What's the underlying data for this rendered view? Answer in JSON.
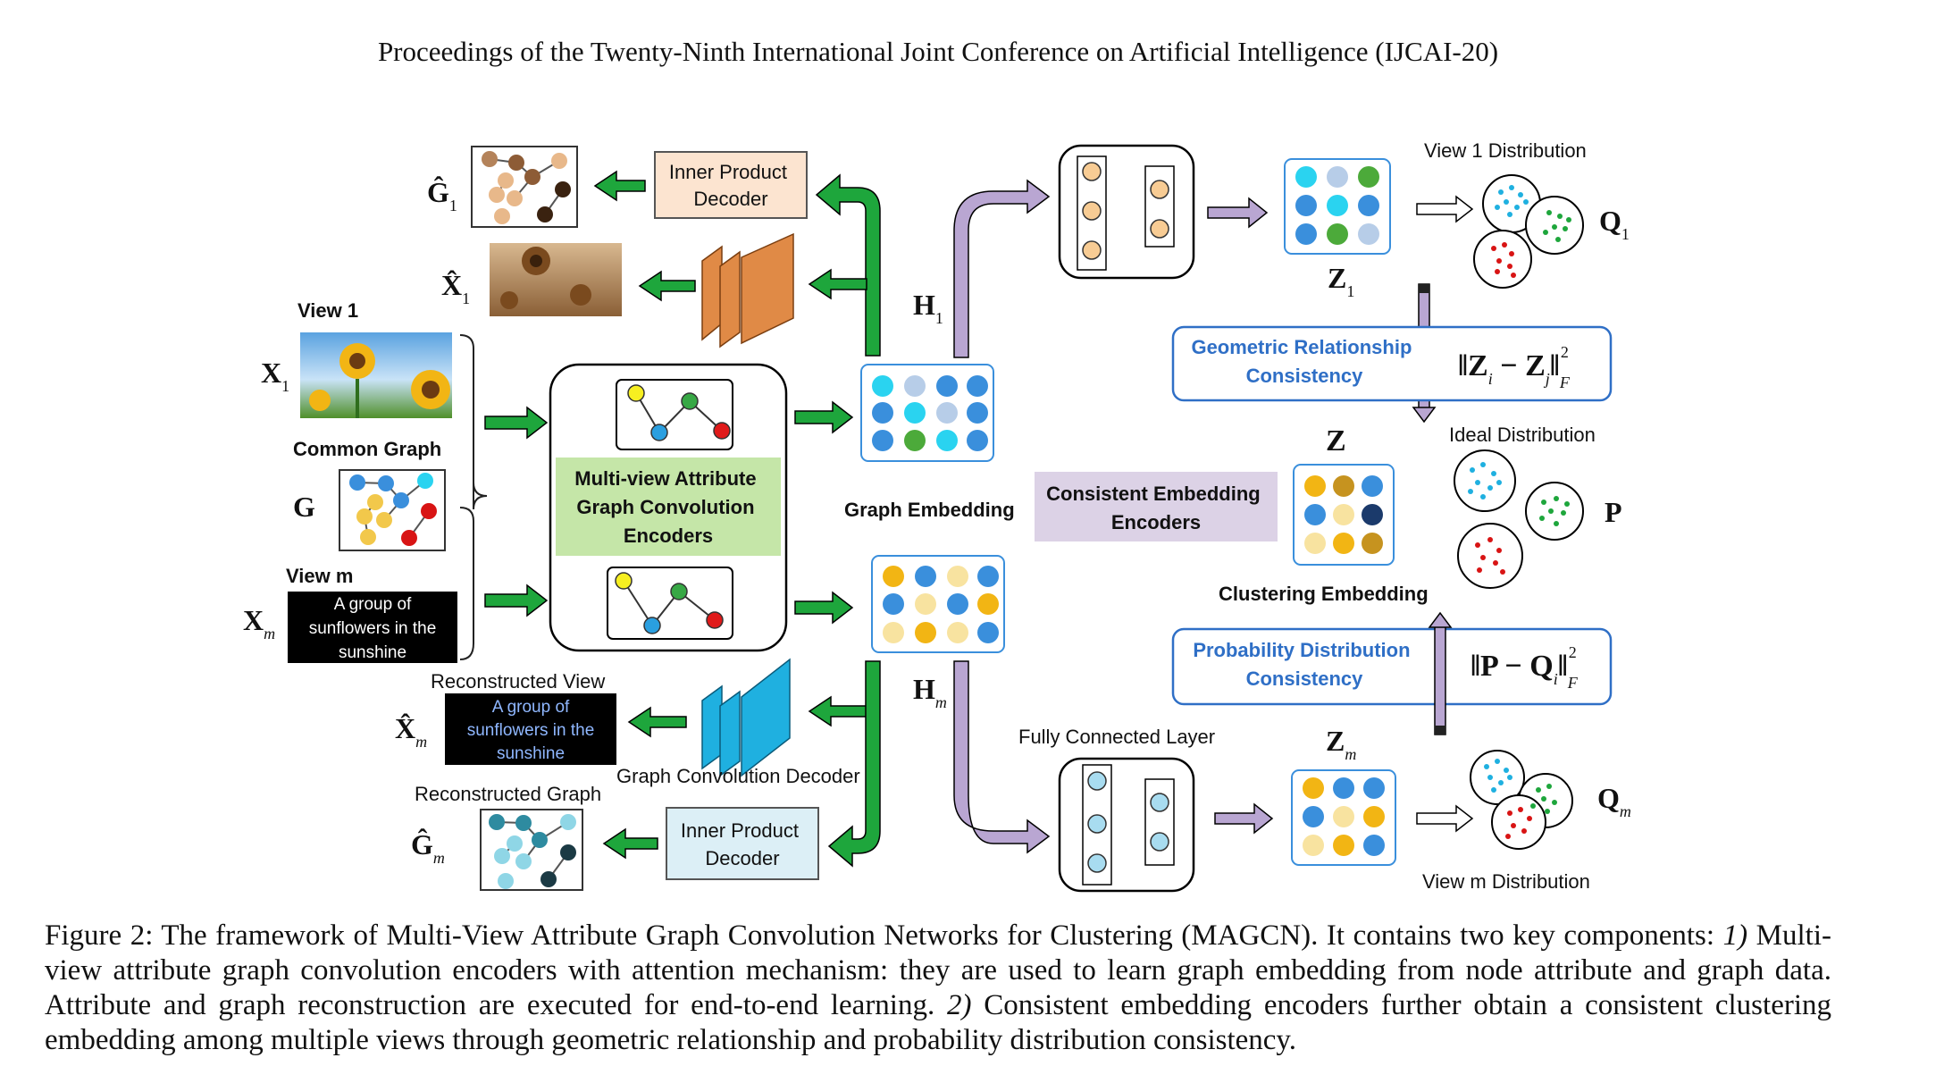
{
  "header": "Proceedings of the Twenty-Ninth International Joint Conference on Artificial Intelligence (IJCAI-20)",
  "figure": {
    "inputs": {
      "view1_label": "View 1",
      "common_graph_label": "Common Graph",
      "viewm_label": "View m",
      "viewm_text": [
        "A group of",
        "sunflowers in the",
        "sunshine"
      ],
      "x1_symbol": "X",
      "x1_sub": "1",
      "g_symbol": "G",
      "xm_symbol": "X",
      "xm_sub": "m"
    },
    "encoder": {
      "label": [
        "Multi-view Attribute",
        "Graph Convolution",
        "Encoders"
      ]
    },
    "graph_embedding_label": "Graph Embedding",
    "h1_symbol": "H",
    "h1_sub": "1",
    "hm_symbol": "H",
    "hm_sub": "m",
    "top_decoders": {
      "inner_product_label": [
        "Inner Product",
        "Decoder"
      ],
      "g1hat_symbol": "Ĝ",
      "g1hat_sub": "1",
      "x1hat_symbol": "X̂",
      "x1hat_sub": "1"
    },
    "bottom_decoders": {
      "reconstructed_view_label": "Reconstructed View",
      "reconstructed_view_text": [
        "A group of",
        "sunflowers in the",
        "sunshine"
      ],
      "graph_conv_decoder_label": "Graph Convolution Decoder",
      "reconstructed_graph_label": "Reconstructed Graph",
      "inner_product_label": [
        "Inner Product",
        "Decoder"
      ],
      "xmhat_symbol": "X̂",
      "xmhat_sub": "m",
      "gmhat_symbol": "Ĝ",
      "gmhat_sub": "m"
    },
    "consistent": {
      "label": [
        "Consistent Embedding",
        "Encoders"
      ],
      "z_symbol": "Z",
      "clustering_embedding_label": "Clustering Embedding",
      "z1_symbol": "Z",
      "z1_sub": "1",
      "zm_symbol": "Z",
      "zm_sub": "m",
      "fully_connected_label": "Fully Connected Layer",
      "geometric_label": [
        "Geometric Relationship",
        "Consistency"
      ],
      "geometric_formula": "‖Z_i − Z_j‖_F²",
      "probability_label": [
        "Probability Distribution",
        "Consistency"
      ],
      "probability_formula": "‖P − Q_i‖_F²"
    },
    "distributions": {
      "view1_label": "View 1 Distribution",
      "ideal_label": "Ideal Distribution",
      "viewm_label": "View m Distribution",
      "q1_symbol": "Q",
      "q1_sub": "1",
      "p_symbol": "P",
      "qm_symbol": "Q",
      "qm_sub": "m"
    },
    "colors": {
      "green_arrow": "#1ea63c",
      "purple_arrow": "#b9a6d2",
      "inner_product_top_fill": "#fce4d0",
      "inner_product_bottom_fill": "#dceff6",
      "encoder_fill": "#c5e6a8",
      "consistent_fill": "#dcd2e6",
      "consistency_box_border": "#2f6fc6",
      "consistency_text": "#2f6fc6",
      "decoder_orange": "#e08a46",
      "decoder_cyan": "#1fb0e0"
    }
  },
  "caption": {
    "p1": "Figure 2: The framework of Multi-View Attribute Graph Convolution Networks for Clustering (MAGCN). It contains two key components: ",
    "i1": "1)",
    "p2": " Multi-view attribute graph convolution encoders with attention mechanism: they are used to learn graph embedding from node attribute and graph data. Attribute and graph reconstruction are executed for end-to-end learning. ",
    "i2": "2)",
    "p3": " Consistent embedding encoders further obtain a consistent clustering embedding among multiple views through geometric relationship and probability distribution consistency."
  }
}
